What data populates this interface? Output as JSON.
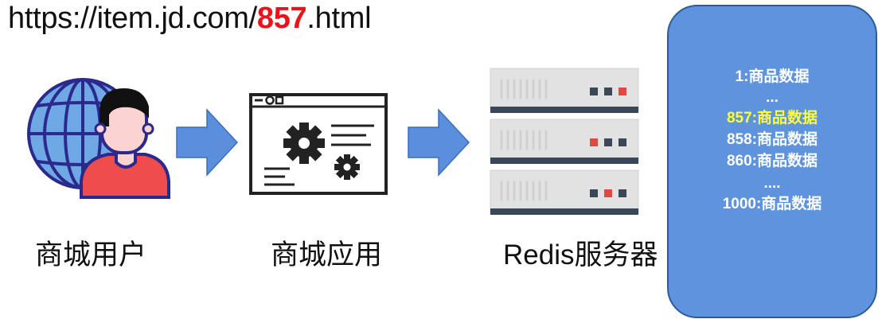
{
  "url": {
    "prefix": "https://item.jd.com/",
    "highlight": "857",
    "suffix": ".html"
  },
  "colors": {
    "arrow": "#5b8fdc",
    "panel": "#5e93dd",
    "highlight_red": "#e8141a",
    "highlight_yellow": "#ffff3a"
  },
  "steps": [
    {
      "label": "商城用户",
      "icon": "globe-user-icon"
    },
    {
      "label": "商城应用",
      "icon": "browser-gear-icon"
    },
    {
      "label": "Redis服务器",
      "icon": "server-rack-icon"
    }
  ],
  "cache_panel": {
    "entries": [
      {
        "text": "1:商品数据",
        "highlight": false
      },
      {
        "text": "...",
        "highlight": false
      },
      {
        "text": "857:商品数据",
        "highlight": true
      },
      {
        "text": "858:商品数据",
        "highlight": false
      },
      {
        "text": "860:商品数据",
        "highlight": false
      },
      {
        "text": "....",
        "highlight": false
      },
      {
        "text": "1000:商品数据",
        "highlight": false
      }
    ]
  }
}
